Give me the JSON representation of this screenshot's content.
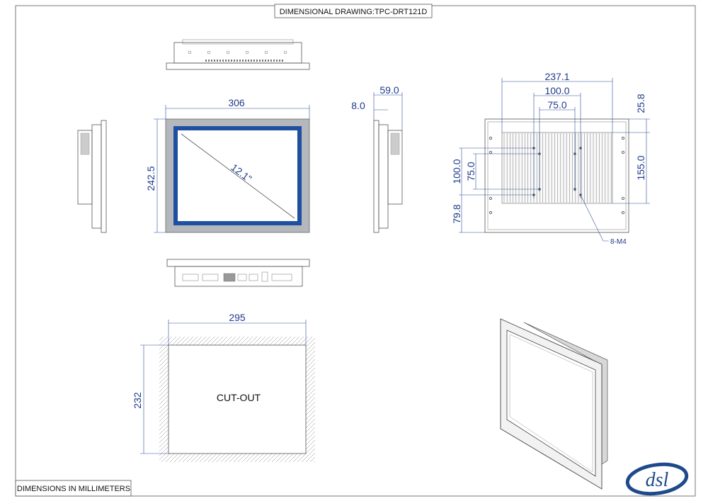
{
  "title": "DIMENSIONAL DRAWING:TPC-DRT121D",
  "units_note": "DIMENSIONS IN MILLIMETERS",
  "front_view": {
    "width": "306",
    "height": "242.5",
    "diagonal": "12.1\""
  },
  "side_view": {
    "bezel": "8.0",
    "depth": "59.0"
  },
  "rear_view": {
    "heatsink_width": "237.1",
    "vesa_outer_h": "100.0",
    "vesa_inner_h": "75.0",
    "vesa_outer_v": "100.0",
    "vesa_inner_v": "75.0",
    "top_offset": "25.8",
    "heatsink_height": "155.0",
    "bottom_offset": "79.8",
    "screw_note": "8-M4"
  },
  "cutout": {
    "label": "CUT-OUT",
    "width": "295",
    "height": "232"
  },
  "logo": {
    "text": "dsl",
    "color": "#1e4a8c"
  },
  "colors": {
    "dimension": "#1f3b8a",
    "screen_border": "#1e4fa0",
    "bezel": "#b4b7bc"
  }
}
